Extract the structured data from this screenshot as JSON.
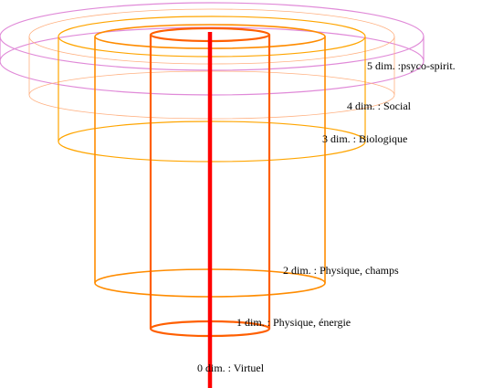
{
  "levels": [
    {
      "label": "0 dim. : Virtuel",
      "color": "#ff0000"
    },
    {
      "label": "1 dim. : Physique, énergie",
      "color": "#ff5f00"
    },
    {
      "label": "2 dim. : Physique, champs",
      "color": "#ff8c00"
    },
    {
      "label": "3 dim. : Biologique",
      "color": "#ffa500"
    },
    {
      "label": "4 dim. : Social",
      "color": "#ffb080"
    },
    {
      "label": "5 dim. :psyco-spirit.",
      "color": "#e08ad8"
    }
  ]
}
